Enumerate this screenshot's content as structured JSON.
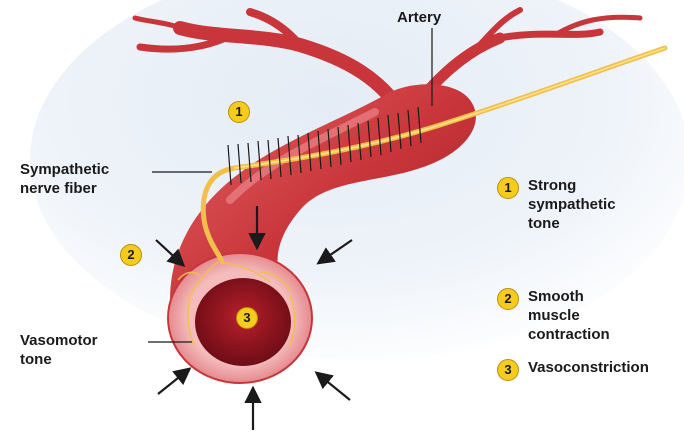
{
  "colors": {
    "vessel": "#c8353a",
    "vessel_dark": "#8e1c22",
    "vessel_light": "#e66a6a",
    "nerve": "#f2c04a",
    "badge": "#f5cc1d",
    "sky": "#dbe6f2"
  },
  "labels": {
    "artery": "Artery",
    "sympathetic_nerve_fiber": "Sympathetic\nnerve fiber",
    "vasomotor_tone": "Vasomotor\ntone"
  },
  "badges": {
    "one": "1",
    "two": "2",
    "three": "3"
  },
  "legend": [
    {
      "number": "1",
      "text": "Strong\nsympathetic\ntone"
    },
    {
      "number": "2",
      "text": "Smooth muscle\ncontraction"
    },
    {
      "number": "3",
      "text": "Vasoconstriction"
    }
  ]
}
